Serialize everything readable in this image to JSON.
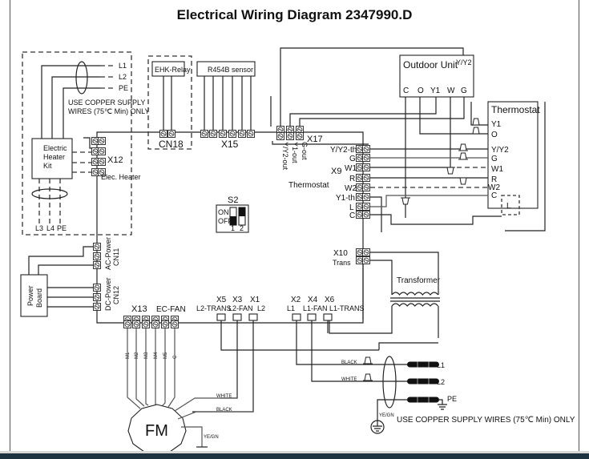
{
  "title": "Electrical Wiring Diagram 2347990.D",
  "supply_top": {
    "lines": [
      "L1",
      "L2",
      "PE"
    ],
    "note_line1": "USE COPPER SUPPLY",
    "note_line2": "WIRES (75℃ Min) ONLY"
  },
  "heater_kit": {
    "label_line1": "Electric",
    "label_line2": "Heater",
    "label_line3": "Kit",
    "bottom_lines": [
      "L3",
      "L4",
      "PE"
    ],
    "connector": "X12",
    "connector_label": "Elec. Heater"
  },
  "ehk_relay": {
    "label": "EHK-Relay",
    "connector": "CN18"
  },
  "sensor": {
    "label": "R454B sensor",
    "connector": "X15"
  },
  "x17": {
    "connector": "X17",
    "pins": [
      "Y/Y2-out",
      "Y1-out",
      "G-out"
    ]
  },
  "outdoor_unit": {
    "label": "Outdoor Unit",
    "y_y2": "Y/Y2",
    "terminals": [
      "C",
      "O",
      "Y1",
      "W",
      "G"
    ]
  },
  "thermostat_unit": {
    "label": "Thermostat",
    "terminals": [
      "Y1",
      "O",
      "Y/Y2",
      "G",
      "W1",
      "R",
      "W2",
      "C"
    ],
    "inner": "L"
  },
  "x9": {
    "connector": "X9",
    "board_label": "Thermostat",
    "pins": [
      "Y/Y2-th",
      "G",
      "W1",
      "R",
      "W2",
      "Y1-th",
      "L",
      "C"
    ]
  },
  "dip_switch": {
    "label": "S2",
    "on": "ON",
    "off": "OFF",
    "switches": [
      "1",
      "2"
    ],
    "states": [
      "OFF",
      "ON"
    ]
  },
  "power_board": {
    "label_line1": "Power",
    "label_line2": "Board",
    "ac_connector": "AC-Power",
    "ac_cn": "CN11",
    "dc_connector": "DC-Power",
    "dc_cn": "CN12"
  },
  "x10": {
    "connector": "X10",
    "label": "Trans"
  },
  "transformer": {
    "label": "Transformer"
  },
  "x13": {
    "connector": "X13",
    "label": "EC-FAN",
    "pins": [
      "M1",
      "M2",
      "M3",
      "M4",
      "M5",
      "C"
    ]
  },
  "spade_terminals": [
    {
      "id": "X5",
      "label": "L2-TRANS"
    },
    {
      "id": "X3",
      "label": "L2-FAN"
    },
    {
      "id": "X1",
      "label": "L2"
    },
    {
      "id": "X2",
      "label": "L1"
    },
    {
      "id": "X4",
      "label": "L1-FAN"
    },
    {
      "id": "X6",
      "label": "L1-TRANS"
    }
  ],
  "motor": {
    "label": "FM",
    "wire_white": "WHITE",
    "wire_black": "BLACK",
    "ground": "YE/GN"
  },
  "supply_bottom": {
    "wire_black": "BLACK",
    "wire_white": "WHITE",
    "lines": [
      "L1",
      "L2",
      "PE"
    ],
    "ground": "YE/GN",
    "note": "USE COPPER SUPPLY WIRES (75℃ Min) ONLY"
  }
}
